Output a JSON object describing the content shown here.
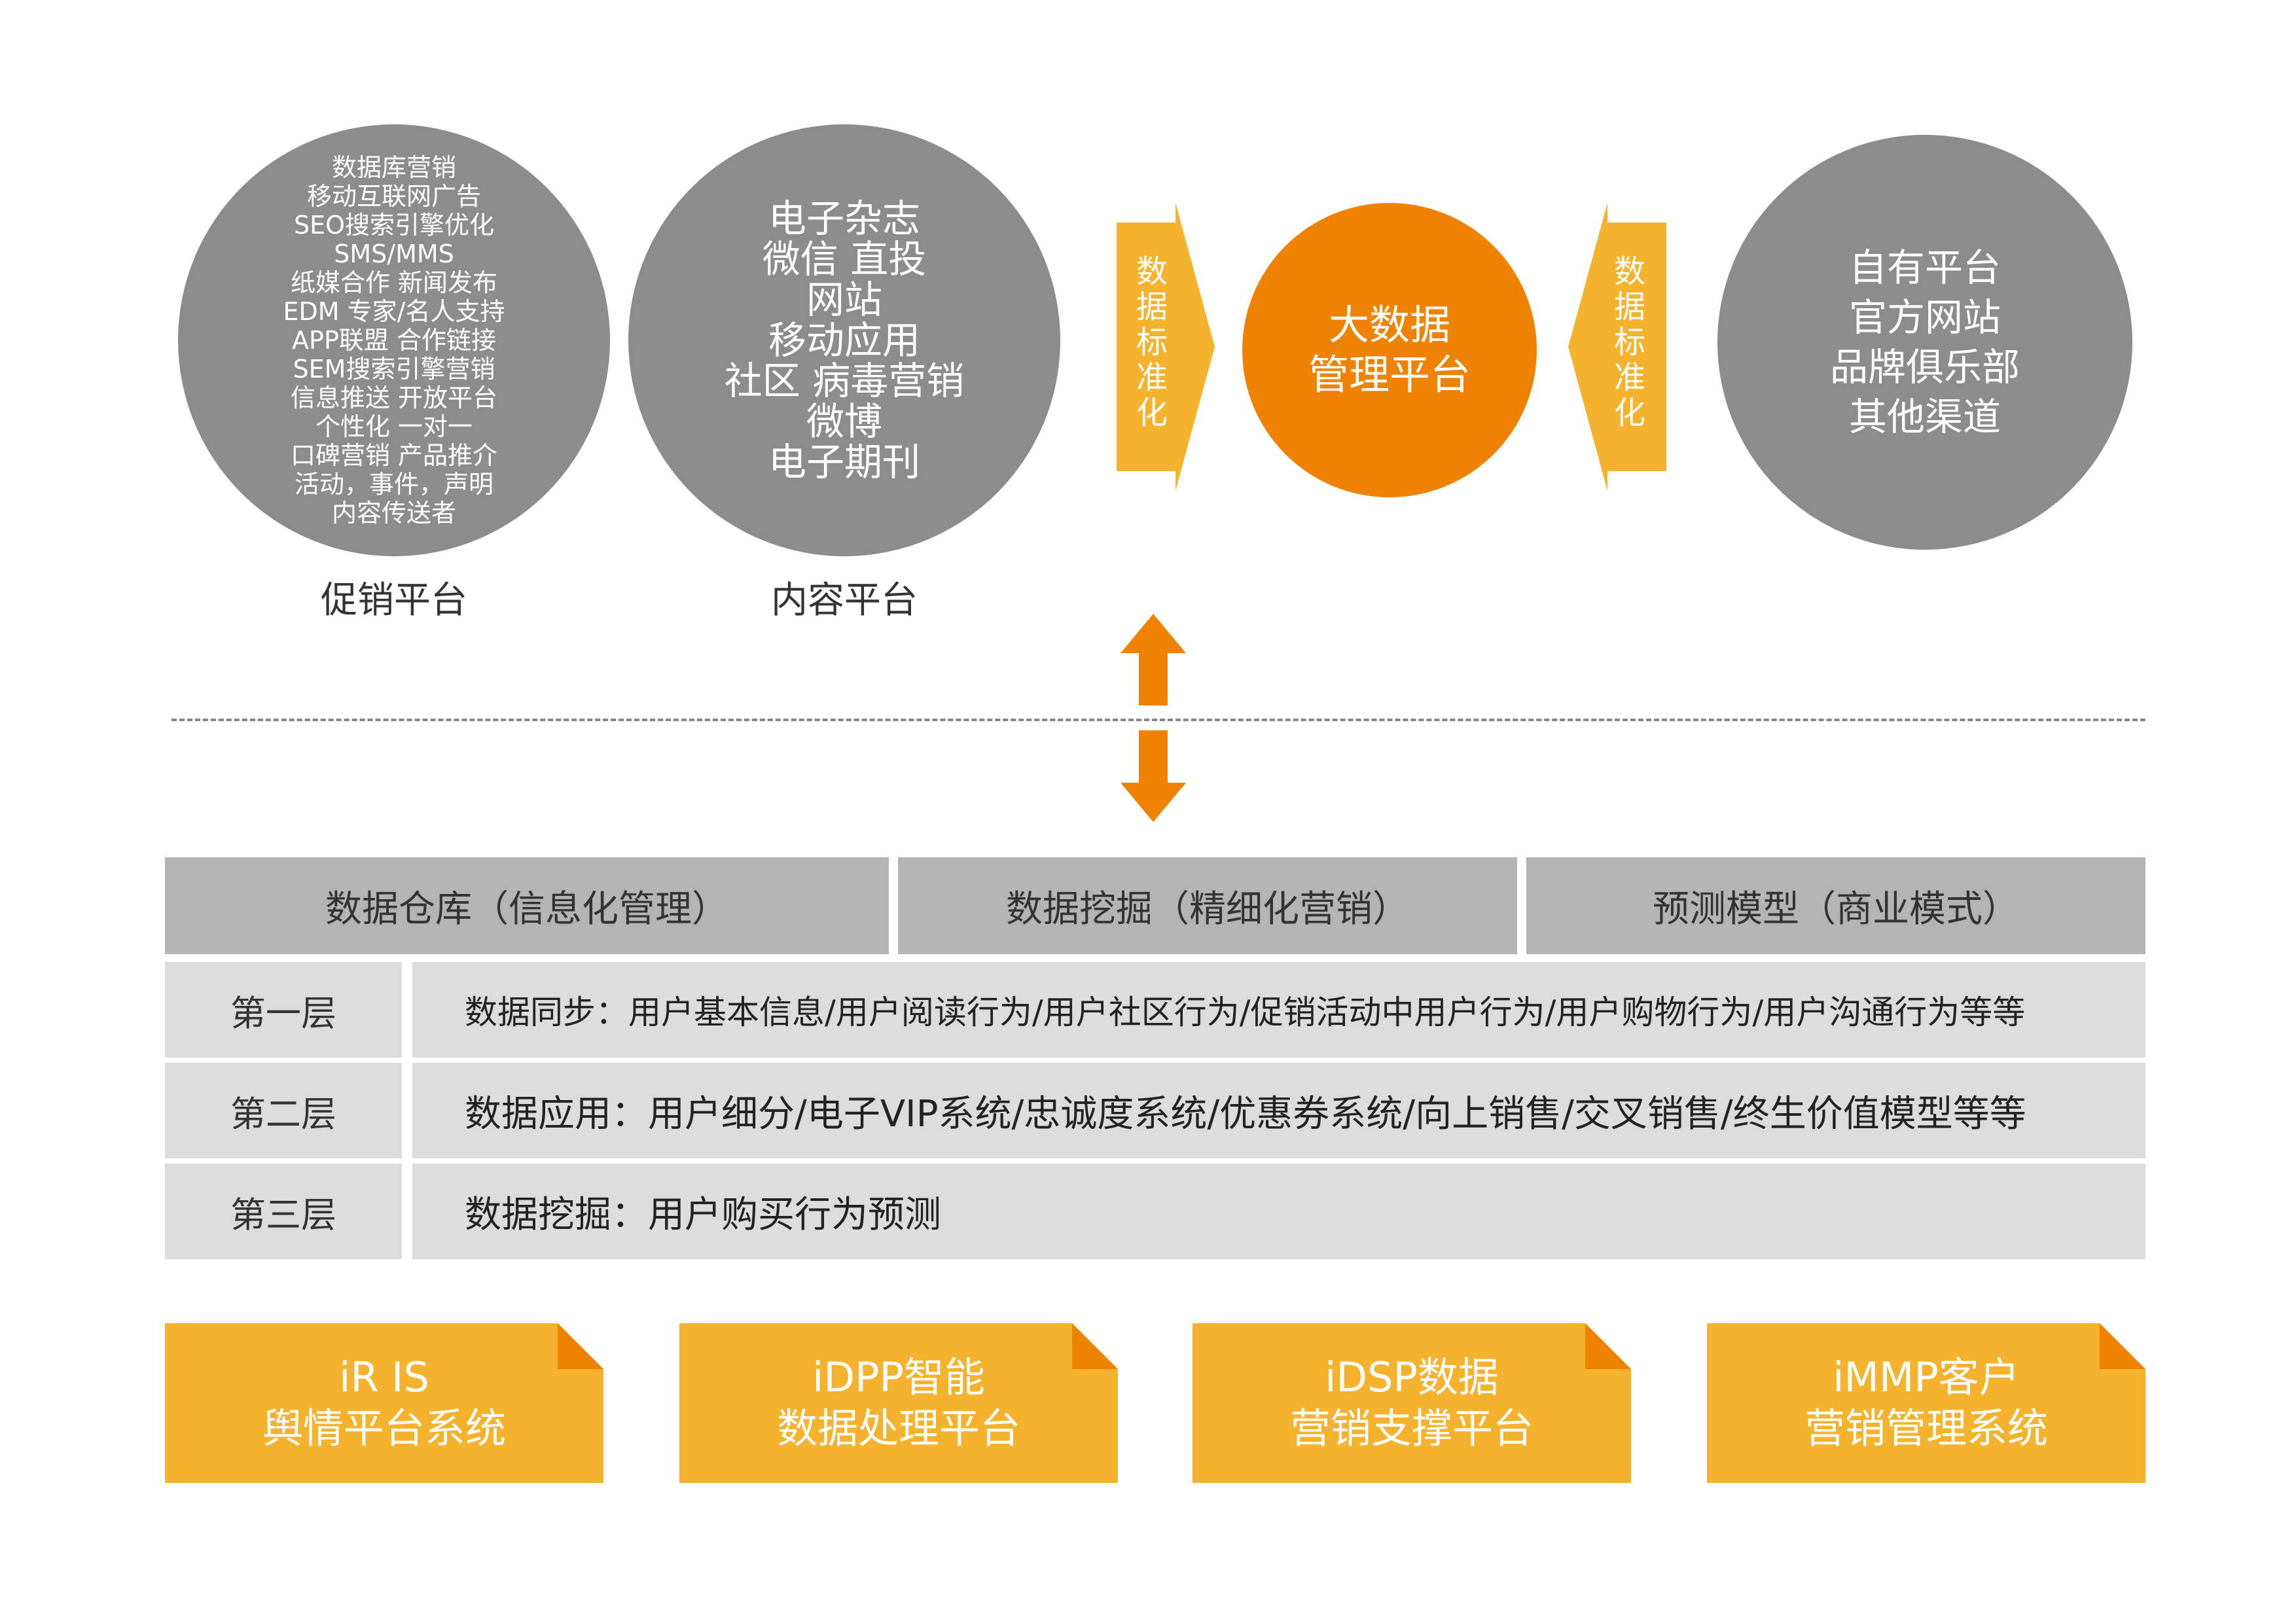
{
  "colors": {
    "gray_circle": "#8c8c8c",
    "orange": "#ef8200",
    "yellow": "#f5b22c",
    "header_gray": "#b4b4b4",
    "row_gray": "#dcdcdc"
  },
  "promo_platform": {
    "label": "促销平台",
    "items": [
      "数据库营销",
      "移动互联网广告",
      "SEO搜索引擎优化",
      "SMS/MMS",
      "纸媒合作  新闻发布",
      "EDM  专家/名人支持",
      "APP联盟  合作链接",
      "SEM搜索引擎营销",
      "信息推送  开放平台",
      "个性化  一对一",
      "口碑营销  产品推介",
      "活动，事件，声明",
      "内容传送者"
    ]
  },
  "content_platform": {
    "label": "内容平台",
    "items": [
      "电子杂志",
      "微信  直投",
      "网站",
      "移动应用",
      "社区  病毒营销",
      "微博",
      "电子期刊"
    ]
  },
  "standardize_left": [
    "数",
    "据",
    "标",
    "准",
    "化"
  ],
  "standardize_right": [
    "数",
    "据",
    "标",
    "准",
    "化"
  ],
  "big_data": {
    "lines": [
      "大数据",
      "管理平台"
    ]
  },
  "own_platform": {
    "items": [
      "自有平台",
      "官方网站",
      "品牌俱乐部",
      "其他渠道"
    ]
  },
  "headers": [
    "数据仓库（信息化管理）",
    "数据挖掘（精细化营销）",
    "预测模型（商业模式）"
  ],
  "layers": [
    {
      "name": "第一层",
      "desc": "数据同步：用户基本信息/用户阅读行为/用户社区行为/促销活动中用户行为/用户购物行为/用户沟通行为等等"
    },
    {
      "name": "第二层",
      "desc": "数据应用：用户细分/电子VIP系统/忠诚度系统/优惠券系统/向上销售/交叉销售/终生价值模型等等"
    },
    {
      "name": "第三层",
      "desc": "数据挖掘：用户购买行为预测"
    }
  ],
  "systems": [
    {
      "line1": "iR IS",
      "line2": "舆情平台系统"
    },
    {
      "line1": "iDPP智能",
      "line2": "数据处理平台"
    },
    {
      "line1": "iDSP数据",
      "line2": "营销支撑平台"
    },
    {
      "line1": "iMMP客户",
      "line2": "营销管理系统"
    }
  ]
}
